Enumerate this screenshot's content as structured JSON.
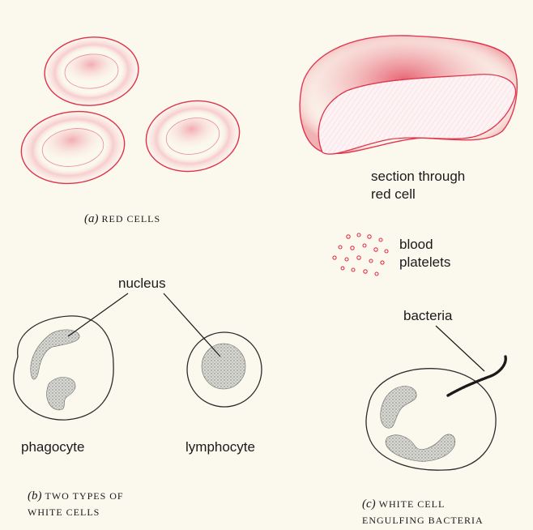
{
  "labels": {
    "section_line1": "section through",
    "section_line2": "red cell",
    "blood_line1": "blood",
    "blood_line2": "platelets",
    "nucleus": "nucleus",
    "bacteria": "bacteria",
    "phagocyte": "phagocyte",
    "lymphocyte": "lymphocyte"
  },
  "captions": {
    "a_letter": "(a)",
    "a_text": "red cells",
    "b_letter": "(b)",
    "b_text_line1": "two types of",
    "b_text_line2": "white cells",
    "c_letter": "(c)",
    "c_text_line1": "white cell",
    "c_text_line2": "engulfing bacteria"
  },
  "colors": {
    "red_cell": "#e0324a",
    "stipple": "#8a8a8a",
    "outline": "#333333",
    "background": "#fbf9ee"
  }
}
